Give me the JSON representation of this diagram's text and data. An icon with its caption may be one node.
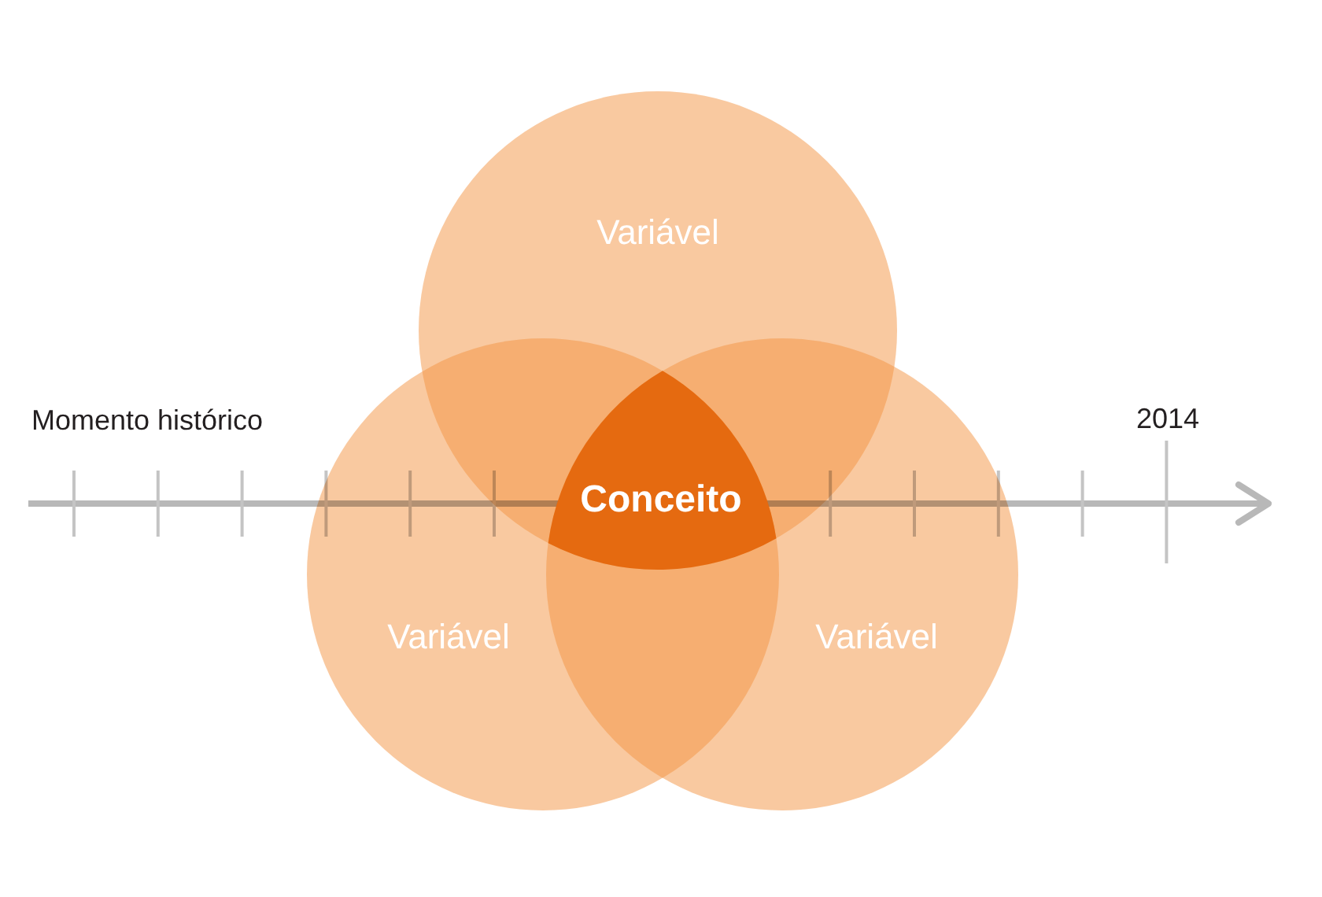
{
  "diagram": {
    "nodes": [
      {
        "text": [
          "Variável"
        ]
      },
      {
        "text": [
          "Conceito"
        ]
      },
      {
        "text": [
          "Variável"
        ]
      },
      {
        "text": [
          "Variável"
        ]
      }
    ],
    "labels": [
      "Momento histórico",
      "2014"
    ]
  }
}
